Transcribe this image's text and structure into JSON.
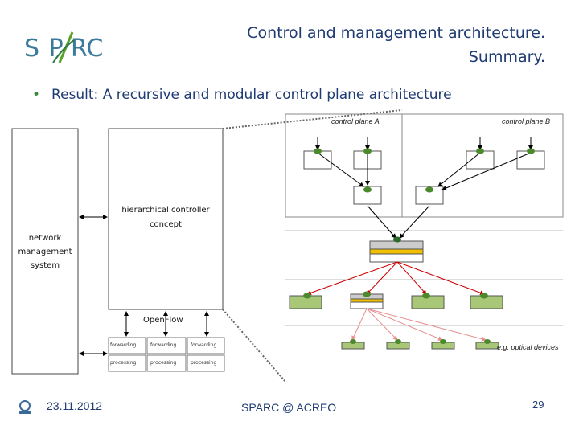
{
  "header": {
    "title_line1": "Control and management architecture.",
    "title_line2": "Summary.",
    "logo_text": "SPARC"
  },
  "bullet": {
    "text": "Result: A recursive and modular control plane architecture"
  },
  "diagram": {
    "nms_label": "network management system",
    "controller_label_line1": "hierarchical controller",
    "controller_label_line2": "concept",
    "openflow_label": "OpenFlow",
    "plane_a": "control plane A",
    "plane_b": "control plane B",
    "forwarding": [
      "forwarding",
      "forwarding",
      "forwarding"
    ],
    "processing": [
      "processing",
      "processing",
      "processing"
    ],
    "optical_note": "e.g. optical devices"
  },
  "footer": {
    "date": "23.11.2012",
    "center": "SPARC @ ACREO",
    "page": "29"
  },
  "colors": {
    "title": "#1f3b73",
    "green": "#4a8a2a",
    "red": "#cc0000",
    "pink": "#e89090"
  }
}
